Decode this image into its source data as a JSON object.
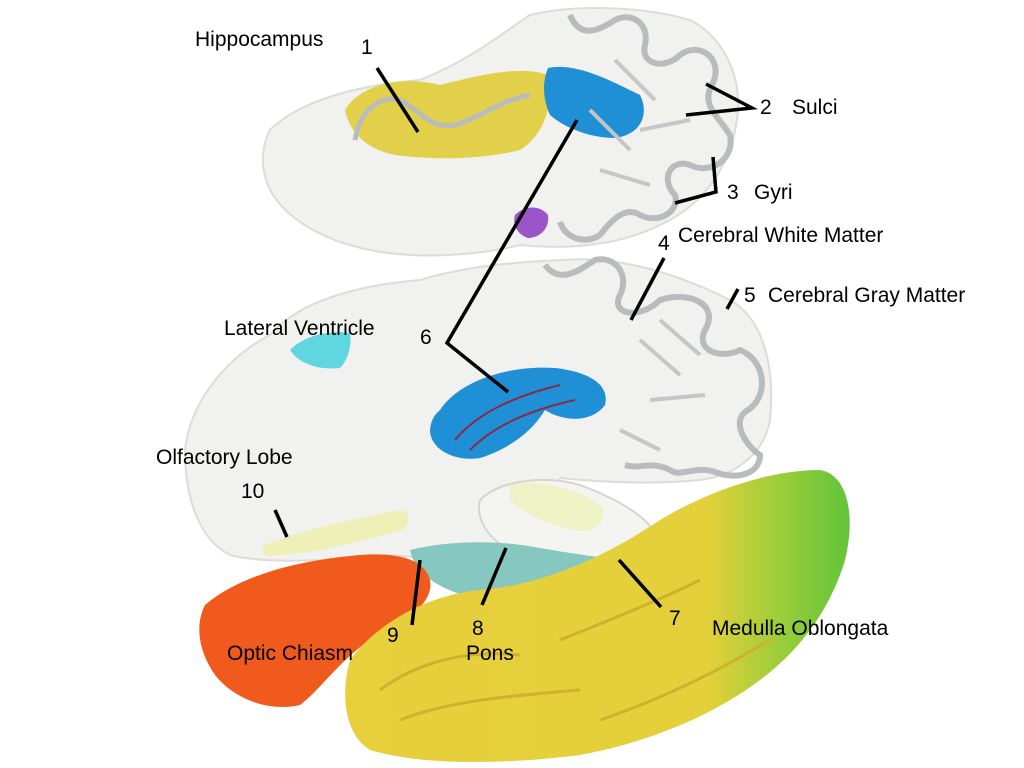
{
  "labels": {
    "hippocampus": "Hippocampus",
    "n1": "1",
    "n2": "2",
    "sulci": "Sulci",
    "n3": "3",
    "gyri": "Gyri",
    "n4": "4",
    "cerebral_white_matter": "Cerebral White Matter",
    "n5": "5",
    "cerebral_gray_matter": "Cerebral Gray Matter",
    "lateral_ventricle": "Lateral Ventricle",
    "n6": "6",
    "olfactory_lobe": "Olfactory Lobe",
    "n10": "10",
    "n7": "7",
    "medulla_oblongata": "Medulla Oblongata",
    "n8": "8",
    "pons": "Pons",
    "n9": "9",
    "optic_chiasm": "Optic Chiasm"
  },
  "colors": {
    "background": "#ffffff",
    "white_matter": "#f1f1ef",
    "gray_matter": "#b9bcbd",
    "hippocampus_yellow": "#e3d04a",
    "ventricle_blue": "#1f8fd6",
    "cerebellum_yellow": "#e6cc38",
    "cerebellum_green": "#6cc63a",
    "temporal_orange": "#f05a1c",
    "brainstem_teal": "#86c8c0",
    "cyan_patch": "#5fd6e0",
    "purple_patch": "#9a55c8",
    "leader_line": "#000000"
  }
}
